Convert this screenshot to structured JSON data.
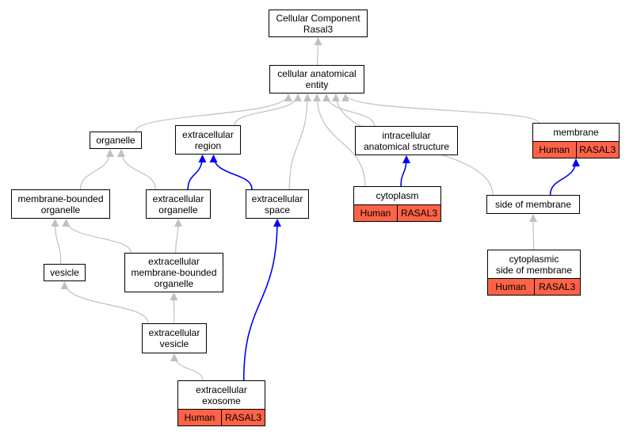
{
  "colors": {
    "edge_default": "#c0c0c0",
    "edge_highlight": "#0000ff",
    "annotation_fill": "#ff6347",
    "node_border": "#000000"
  },
  "nodes": {
    "root": {
      "label": "Cellular Component\nRasal3"
    },
    "cellular_anatomical_entity": {
      "label": "cellular anatomical\nentity"
    },
    "organelle": {
      "label": "organelle"
    },
    "extracellular_region": {
      "label": "extracellular\nregion"
    },
    "intracellular_anatomical_structure": {
      "label": "intracellular\nanatomical structure"
    },
    "membrane": {
      "label": "membrane",
      "annotation": [
        "Human",
        "RASAL3"
      ]
    },
    "membrane_bounded_organelle": {
      "label": "membrane-bounded\norganelle"
    },
    "extracellular_organelle": {
      "label": "extracellular\norganelle"
    },
    "extracellular_space": {
      "label": "extracellular\nspace"
    },
    "cytoplasm": {
      "label": "cytoplasm",
      "annotation": [
        "Human",
        "RASAL3"
      ]
    },
    "side_of_membrane": {
      "label": "side of membrane"
    },
    "vesicle": {
      "label": "vesicle"
    },
    "extracellular_membrane_bounded_organelle": {
      "label": "extracellular\nmembrane-bounded\norganelle"
    },
    "cytoplasmic_side_of_membrane": {
      "label": "cytoplasmic\nside of membrane",
      "annotation": [
        "Human",
        "RASAL3"
      ]
    },
    "extracellular_vesicle": {
      "label": "extracellular\nvesicle"
    },
    "extracellular_exosome": {
      "label": "extracellular\nexosome",
      "annotation": [
        "Human",
        "RASAL3"
      ]
    }
  },
  "edges": [
    {
      "from": "cellular_anatomical_entity",
      "to": "root",
      "highlight": false
    },
    {
      "from": "organelle",
      "to": "cellular_anatomical_entity",
      "highlight": false
    },
    {
      "from": "extracellular_region",
      "to": "cellular_anatomical_entity",
      "highlight": false
    },
    {
      "from": "extracellular_space",
      "to": "cellular_anatomical_entity",
      "highlight": false
    },
    {
      "from": "cytoplasm",
      "to": "cellular_anatomical_entity",
      "highlight": false
    },
    {
      "from": "intracellular_anatomical_structure",
      "to": "cellular_anatomical_entity",
      "highlight": false
    },
    {
      "from": "side_of_membrane",
      "to": "cellular_anatomical_entity",
      "highlight": false
    },
    {
      "from": "membrane",
      "to": "cellular_anatomical_entity",
      "highlight": false
    },
    {
      "from": "membrane_bounded_organelle",
      "to": "organelle",
      "highlight": false
    },
    {
      "from": "extracellular_organelle",
      "to": "organelle",
      "highlight": false
    },
    {
      "from": "extracellular_organelle",
      "to": "extracellular_region",
      "highlight": true
    },
    {
      "from": "extracellular_space",
      "to": "extracellular_region",
      "highlight": true
    },
    {
      "from": "cytoplasm",
      "to": "intracellular_anatomical_structure",
      "highlight": true
    },
    {
      "from": "side_of_membrane",
      "to": "membrane",
      "highlight": true
    },
    {
      "from": "vesicle",
      "to": "membrane_bounded_organelle",
      "highlight": false
    },
    {
      "from": "extracellular_membrane_bounded_organelle",
      "to": "membrane_bounded_organelle",
      "highlight": false
    },
    {
      "from": "extracellular_membrane_bounded_organelle",
      "to": "extracellular_organelle",
      "highlight": false
    },
    {
      "from": "cytoplasmic_side_of_membrane",
      "to": "side_of_membrane",
      "highlight": false
    },
    {
      "from": "extracellular_vesicle",
      "to": "vesicle",
      "highlight": false
    },
    {
      "from": "extracellular_vesicle",
      "to": "extracellular_membrane_bounded_organelle",
      "highlight": false
    },
    {
      "from": "extracellular_exosome",
      "to": "extracellular_vesicle",
      "highlight": false
    },
    {
      "from": "extracellular_exosome",
      "to": "extracellular_space",
      "highlight": true
    }
  ]
}
